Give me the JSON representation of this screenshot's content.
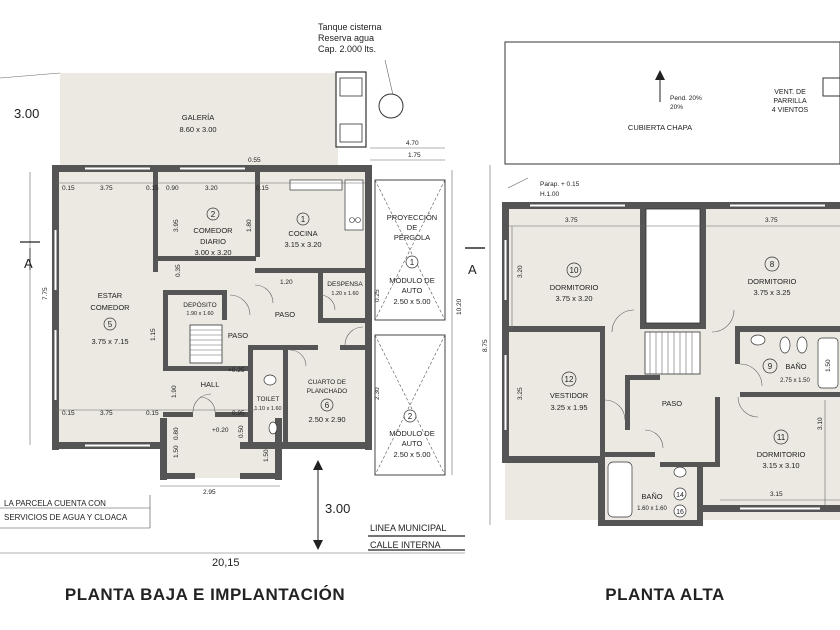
{
  "planta_baja": {
    "title": "PLANTA BAJA E IMPLANTACIÓN",
    "galeria": {
      "name": "GALERÍA",
      "size": "8.60 x 3.00"
    },
    "estar": {
      "name1": "ESTAR",
      "name2": "COMEDOR",
      "num": "5",
      "size": "3.75 x 7.15"
    },
    "comedor_diario": {
      "num": "2",
      "name1": "COMEDOR",
      "name2": "DIARIO",
      "size": "3.00 x 3.20"
    },
    "cocina": {
      "num": "1",
      "name": "COCINA",
      "size": "3.15 x 3.20"
    },
    "despensa": {
      "name": "DESPENSA",
      "size": "1.20 x 1.60"
    },
    "deposito": {
      "name": "DEPÓSITO",
      "size": "1.90 x 1.60"
    },
    "paso1": "PASO",
    "paso2": "PASO",
    "hall": "HALL",
    "toilet": {
      "name": "TOILET",
      "size": "1.10 x 1.60"
    },
    "planchado": {
      "name1": "CUARTO DE",
      "name2": "PLANCHADO",
      "num": "6",
      "size": "2.50 x 2.90"
    },
    "pergola": {
      "l1": "PROYECCIÓN",
      "l2": "DE",
      "l3": "PÉRGOLA"
    },
    "modulo1": {
      "num": "1",
      "l1": "MÓDULO DE",
      "l2": "AUTO",
      "size": "2.50 x 5.00"
    },
    "modulo2": {
      "num": "2",
      "l1": "MÓDULO DE",
      "l2": "AUTO",
      "size": "2.50 x 5.00"
    },
    "tanque": {
      "l1": "Tanque cisterna",
      "l2": "Reserva agua",
      "l3": "Cap. 2.000 lts."
    },
    "note1": "LA PARCELA CUENTA CON",
    "note2": "SERVICIOS DE AGUA Y CLOACA",
    "linea": "LINEA MUNICIPAL",
    "calle": "CALLE INTERNA",
    "level1": "+0.25",
    "level2": "+0.20",
    "section": "A",
    "dims": {
      "d300a": "3.00",
      "d300b": "3.00",
      "d470": "4.70",
      "d175": "1.75",
      "d055": "0.55",
      "d015a": "0.15",
      "d375a": "3.75",
      "d015b": "0.15",
      "d090": "0.90",
      "d320": "3.20",
      "d015c": "0.15",
      "d395": "3.95",
      "d715": "7.75",
      "d120": "1.20",
      "d180": "1.80",
      "d035": "0.35",
      "d115": "1.15",
      "d190": "1.90",
      "d015d": "0.15",
      "d375b": "3.75",
      "d015e": "0.15",
      "d095": "0.95",
      "d080": "0.80",
      "d050": "0.50",
      "d150a": "1.50",
      "d150b": "1.50",
      "d295": "2.95",
      "d2015": "20,15",
      "d1020": "10.20",
      "d025": "0.25",
      "d230": "2.30"
    }
  },
  "planta_alta": {
    "title": "PLANTA ALTA",
    "cubierta": "CUBIERTA CHAPA",
    "pend1": "Pend. 20%",
    "pend2": "20%",
    "vent1": "VENT. DE",
    "vent2": "PARRILLA",
    "vent3": "4 VIENTOS",
    "parapeto1": "Parap. + 0.15",
    "parapeto2": "H.1.00",
    "dorm10": {
      "num": "10",
      "name": "DORMITORIO",
      "size": "3.75 x 3.20"
    },
    "dorm8": {
      "num": "8",
      "name": "DORMITORIO",
      "size": "3.75 x 3.25"
    },
    "bano9": {
      "num": "9",
      "name": "BAÑO",
      "size": "2.75 x 1.50"
    },
    "vestidor": {
      "num": "12",
      "name": "VESTIDOR",
      "size": "3.25 x 1.95"
    },
    "paso": "PASO",
    "dorm11": {
      "num": "11",
      "name": "DORMITORIO",
      "size": "3.15 x 3.10"
    },
    "bano14": {
      "num1": "14",
      "num2": "16",
      "name": "BAÑO",
      "size": "1.60 x 1.60"
    },
    "section": "A",
    "dims": {
      "d375a": "3.75",
      "d375b": "3.75",
      "d320": "3.20",
      "d325": "3.25",
      "d875": "8.75",
      "d150": "1.50",
      "d310": "3.10",
      "d315": "3.15"
    }
  }
}
